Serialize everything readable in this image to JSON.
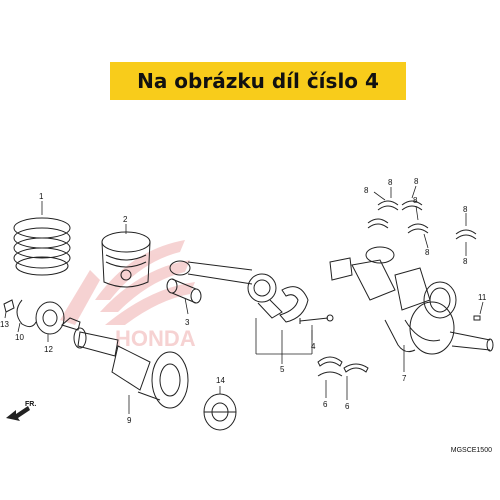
{
  "banner": {
    "title": "Na obrázku díl číslo 4",
    "color": "#f8cc1b"
  },
  "diagram": {
    "callouts": [
      "1",
      "2",
      "3",
      "4",
      "5",
      "6",
      "6",
      "7",
      "8",
      "8",
      "8",
      "8",
      "8",
      "8",
      "8",
      "9",
      "10",
      "11",
      "12",
      "13",
      "14"
    ],
    "direction_label": "FR.",
    "code": "MGSCE1500",
    "watermark_color": "#f3c4c4",
    "line_color": "#222222"
  }
}
